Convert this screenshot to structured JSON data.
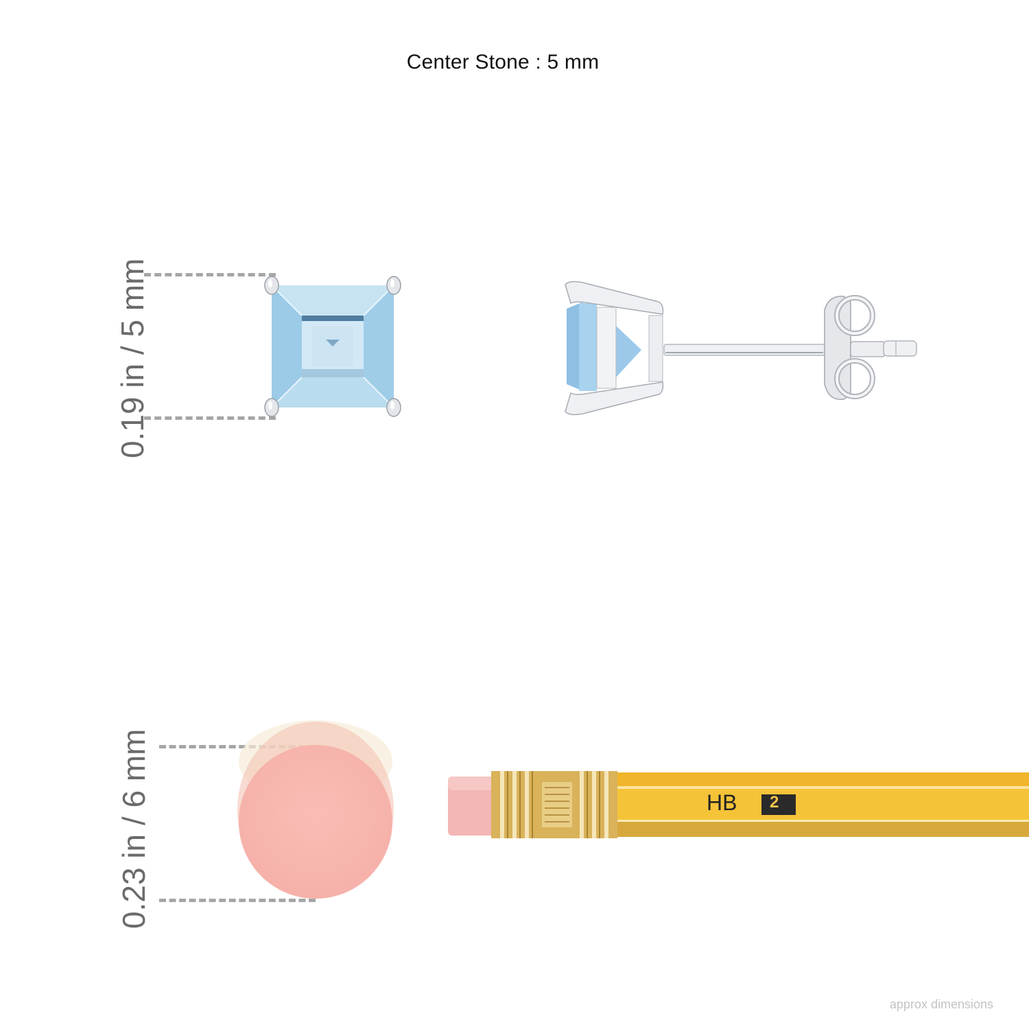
{
  "header": {
    "title": "Center Stone : 5 mm"
  },
  "stone_measure": {
    "label": "0.19 in / 5 mm",
    "inches": 0.19,
    "mm": 5
  },
  "eraser_measure": {
    "label": "0.23 in / 6 mm",
    "inches": 0.23,
    "mm": 6
  },
  "pencil": {
    "grade": "HB",
    "number": "2"
  },
  "footer": {
    "note": "approx dimensions"
  },
  "colors": {
    "stone": "#a9d3ec",
    "stone_dark": "#6fa7cf",
    "metal": "#e6e8ec",
    "eraser": "#f6b5ad",
    "pencil_yellow": "#f2b71d",
    "ferrule_gold": "#e0c37a",
    "dash": "#a6a6a6",
    "label_gray": "#6b6b6b"
  }
}
